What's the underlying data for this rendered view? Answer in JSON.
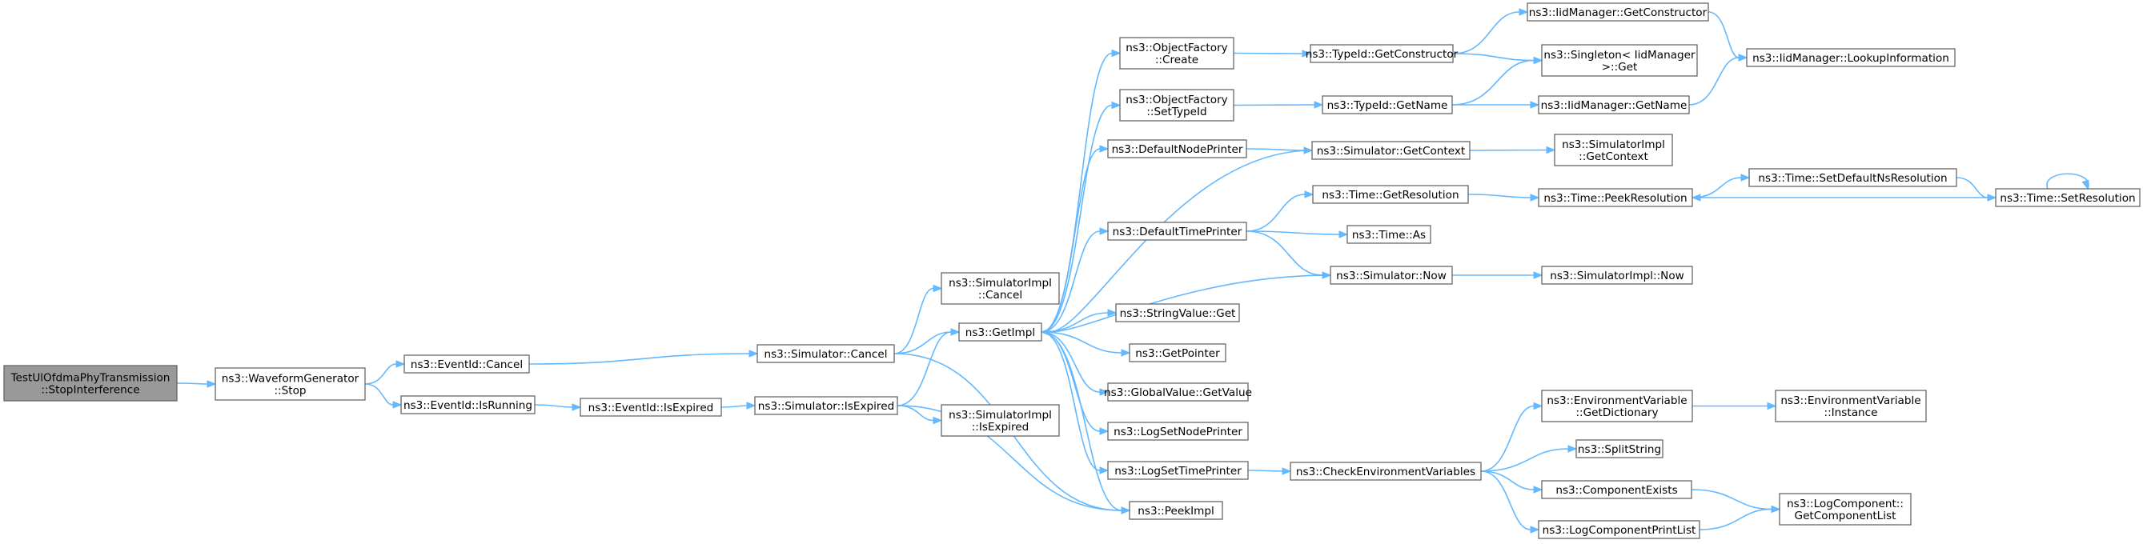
{
  "diagram": {
    "nodes": [
      {
        "id": "root",
        "lines": [
          "TestUlOfdmaPhyTransmission",
          "::StopInterference"
        ],
        "root": true
      },
      {
        "id": "wg_stop",
        "lines": [
          "ns3::WaveformGenerator",
          "::Stop"
        ]
      },
      {
        "id": "eventid_cancel",
        "lines": [
          "ns3::EventId::Cancel"
        ]
      },
      {
        "id": "eventid_isrunning",
        "lines": [
          "ns3::EventId::IsRunning"
        ]
      },
      {
        "id": "eventid_isexpired",
        "lines": [
          "ns3::EventId::IsExpired"
        ]
      },
      {
        "id": "sim_cancel",
        "lines": [
          "ns3::Simulator::Cancel"
        ]
      },
      {
        "id": "sim_isexpired",
        "lines": [
          "ns3::Simulator::IsExpired"
        ]
      },
      {
        "id": "simimpl_cancel",
        "lines": [
          "ns3::SimulatorImpl",
          "::Cancel"
        ]
      },
      {
        "id": "simimpl_isexpired",
        "lines": [
          "ns3::SimulatorImpl",
          "::IsExpired"
        ]
      },
      {
        "id": "getimpl",
        "lines": [
          "ns3::GetImpl"
        ]
      },
      {
        "id": "peekimpl",
        "lines": [
          "ns3::PeekImpl"
        ]
      },
      {
        "id": "objf_create",
        "lines": [
          "ns3::ObjectFactory",
          "::Create"
        ]
      },
      {
        "id": "objf_settypeid",
        "lines": [
          "ns3::ObjectFactory",
          "::SetTypeId"
        ]
      },
      {
        "id": "defnodeprinter",
        "lines": [
          "ns3::DefaultNodePrinter"
        ]
      },
      {
        "id": "deftimeprinter",
        "lines": [
          "ns3::DefaultTimePrinter"
        ]
      },
      {
        "id": "stringvalue_get",
        "lines": [
          "ns3::StringValue::Get"
        ]
      },
      {
        "id": "getpointer",
        "lines": [
          "ns3::GetPointer"
        ]
      },
      {
        "id": "globalvalue_getvalue",
        "lines": [
          "ns3::GlobalValue::GetValue"
        ]
      },
      {
        "id": "logsetnodeprinter",
        "lines": [
          "ns3::LogSetNodePrinter"
        ]
      },
      {
        "id": "logsettimeprinter",
        "lines": [
          "ns3::LogSetTimePrinter"
        ]
      },
      {
        "id": "typeid_getconstructor",
        "lines": [
          "ns3::TypeId::GetConstructor"
        ]
      },
      {
        "id": "typeid_getname",
        "lines": [
          "ns3::TypeId::GetName"
        ]
      },
      {
        "id": "sim_getcontext",
        "lines": [
          "ns3::Simulator::GetContext"
        ]
      },
      {
        "id": "time_getresolution",
        "lines": [
          "ns3::Time::GetResolution"
        ]
      },
      {
        "id": "time_as",
        "lines": [
          "ns3::Time::As"
        ]
      },
      {
        "id": "sim_now",
        "lines": [
          "ns3::Simulator::Now"
        ]
      },
      {
        "id": "checkenvvars",
        "lines": [
          "ns3::CheckEnvironmentVariables"
        ]
      },
      {
        "id": "iidm_getconstructor",
        "lines": [
          "ns3::IidManager::GetConstructor"
        ]
      },
      {
        "id": "singleton_get",
        "lines": [
          "ns3::Singleton< IidManager",
          " >::Get"
        ]
      },
      {
        "id": "iidm_getname",
        "lines": [
          "ns3::IidManager::GetName"
        ]
      },
      {
        "id": "simimpl_getcontext",
        "lines": [
          "ns3::SimulatorImpl",
          "::GetContext"
        ]
      },
      {
        "id": "time_peekresolution",
        "lines": [
          "ns3::Time::PeekResolution"
        ]
      },
      {
        "id": "simimpl_now",
        "lines": [
          "ns3::SimulatorImpl::Now"
        ]
      },
      {
        "id": "envvar_getdictionary",
        "lines": [
          "ns3::EnvironmentVariable",
          "::GetDictionary"
        ]
      },
      {
        "id": "splitstring",
        "lines": [
          "ns3::SplitString"
        ]
      },
      {
        "id": "componentexists",
        "lines": [
          "ns3::ComponentExists"
        ]
      },
      {
        "id": "logcomponentprintlist",
        "lines": [
          "ns3::LogComponentPrintList"
        ]
      },
      {
        "id": "iidm_lookupinfo",
        "lines": [
          "ns3::IidManager::LookupInformation"
        ]
      },
      {
        "id": "time_setdefaultnsres",
        "lines": [
          "ns3::Time::SetDefaultNsResolution"
        ]
      },
      {
        "id": "time_setresolution",
        "lines": [
          "ns3::Time::SetResolution"
        ]
      },
      {
        "id": "envvar_instance",
        "lines": [
          "ns3::EnvironmentVariable",
          "::Instance"
        ]
      },
      {
        "id": "logcomponent_getcomponentlist",
        "lines": [
          "ns3::LogComponent::",
          "GetComponentList"
        ]
      }
    ],
    "edges": [
      [
        "root",
        "wg_stop"
      ],
      [
        "wg_stop",
        "eventid_cancel"
      ],
      [
        "wg_stop",
        "eventid_isrunning"
      ],
      [
        "eventid_cancel",
        "sim_cancel"
      ],
      [
        "eventid_isrunning",
        "eventid_isexpired"
      ],
      [
        "eventid_isexpired",
        "sim_isexpired"
      ],
      [
        "sim_cancel",
        "simimpl_cancel"
      ],
      [
        "sim_cancel",
        "getimpl"
      ],
      [
        "sim_cancel",
        "peekimpl"
      ],
      [
        "sim_isexpired",
        "getimpl"
      ],
      [
        "sim_isexpired",
        "simimpl_isexpired"
      ],
      [
        "sim_isexpired",
        "peekimpl"
      ],
      [
        "getimpl",
        "objf_create"
      ],
      [
        "getimpl",
        "objf_settypeid"
      ],
      [
        "getimpl",
        "defnodeprinter"
      ],
      [
        "getimpl",
        "deftimeprinter"
      ],
      [
        "getimpl",
        "stringvalue_get"
      ],
      [
        "getimpl",
        "getpointer"
      ],
      [
        "getimpl",
        "globalvalue_getvalue"
      ],
      [
        "getimpl",
        "logsetnodeprinter"
      ],
      [
        "getimpl",
        "logsettimeprinter"
      ],
      [
        "getimpl",
        "peekimpl"
      ],
      [
        "objf_create",
        "typeid_getconstructor"
      ],
      [
        "objf_settypeid",
        "typeid_getname"
      ],
      [
        "defnodeprinter",
        "sim_getcontext"
      ],
      [
        "deftimeprinter",
        "time_getresolution"
      ],
      [
        "deftimeprinter",
        "time_as"
      ],
      [
        "deftimeprinter",
        "sim_now"
      ],
      [
        "sim_getcontext",
        "getimpl"
      ],
      [
        "sim_getcontext",
        "simimpl_getcontext"
      ],
      [
        "sim_now",
        "getimpl"
      ],
      [
        "sim_now",
        "simimpl_now"
      ],
      [
        "logsettimeprinter",
        "checkenvvars"
      ],
      [
        "typeid_getconstructor",
        "iidm_getconstructor"
      ],
      [
        "typeid_getconstructor",
        "singleton_get"
      ],
      [
        "typeid_getname",
        "singleton_get"
      ],
      [
        "typeid_getname",
        "iidm_getname"
      ],
      [
        "time_getresolution",
        "time_peekresolution"
      ],
      [
        "checkenvvars",
        "envvar_getdictionary"
      ],
      [
        "checkenvvars",
        "splitstring"
      ],
      [
        "checkenvvars",
        "componentexists"
      ],
      [
        "checkenvvars",
        "logcomponentprintlist"
      ],
      [
        "iidm_getconstructor",
        "iidm_lookupinfo"
      ],
      [
        "iidm_getname",
        "iidm_lookupinfo"
      ],
      [
        "time_peekresolution",
        "time_setdefaultnsres"
      ],
      [
        "time_setdefaultnsres",
        "time_setresolution"
      ],
      [
        "time_setresolution",
        "time_peekresolution"
      ],
      [
        "time_setresolution",
        "time_setresolution"
      ],
      [
        "envvar_getdictionary",
        "envvar_instance"
      ],
      [
        "componentexists",
        "logcomponent_getcomponentlist"
      ],
      [
        "logcomponentprintlist",
        "logcomponent_getcomponentlist"
      ]
    ]
  }
}
